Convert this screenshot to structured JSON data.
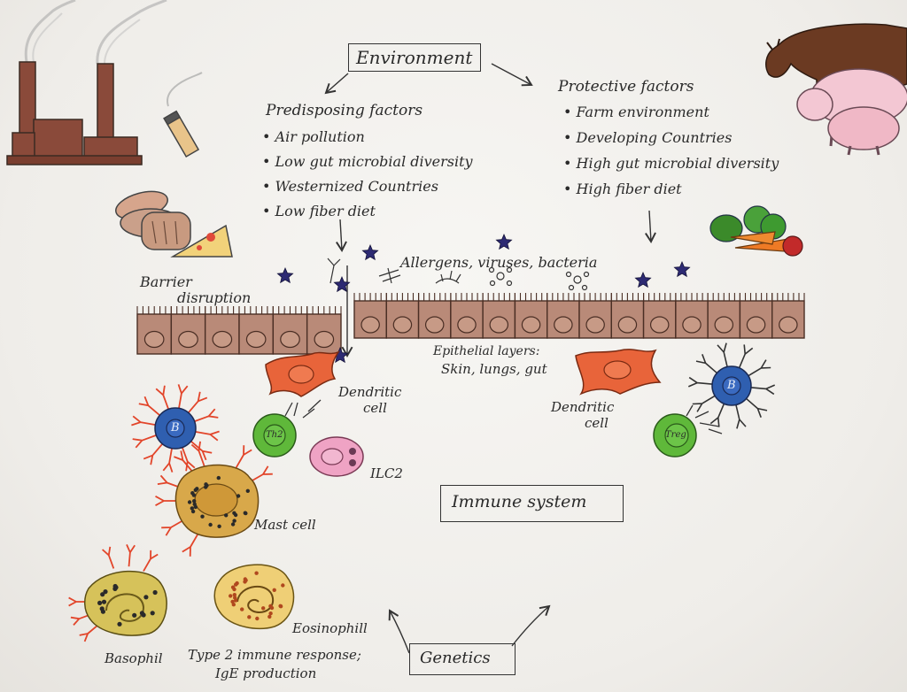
{
  "title": "Environment",
  "predisposing": {
    "heading": "Predisposing factors",
    "items": [
      "Air pollution",
      "Low gut microbial diversity",
      "Westernized Countries",
      "Low fiber diet"
    ]
  },
  "protective": {
    "heading": "Protective factors",
    "items": [
      "Farm environment",
      "Developing Countries",
      "High gut microbial diversity",
      "High fiber diet"
    ]
  },
  "barrier_label_1": "Barrier",
  "barrier_label_2": "disruption",
  "allergens_label": "Allergens, viruses, bacteria",
  "epithelial_label_1": "Epithelial layers:",
  "epithelial_label_2": "Skin, lungs, gut",
  "dendritic_left_1": "Dendritic",
  "dendritic_left_2": "cell",
  "dendritic_right_1": "Dendritic",
  "dendritic_right_2": "cell",
  "ilc2": "ILC2",
  "immune_system": "Immune system",
  "mast_cell": "Mast cell",
  "basophil": "Basophil",
  "eosinophil": "Eosinophill",
  "type2_line1": "Type 2 immune response;",
  "type2_line2": "IgE production",
  "genetics": "Genetics",
  "cell_labels": {
    "b_left": "B",
    "b_right": "B",
    "th2": "Th2",
    "treg": "Treg"
  },
  "colors": {
    "cell_brown": "#b98a78",
    "dendritic": "#e8643a",
    "b_cell": "#2f5fb0",
    "t_cell": "#5fb83a",
    "ilc2": "#efa3c4",
    "mast": "#d8a84a",
    "star": "#2d2a73",
    "ink": "#2a2a2a"
  }
}
